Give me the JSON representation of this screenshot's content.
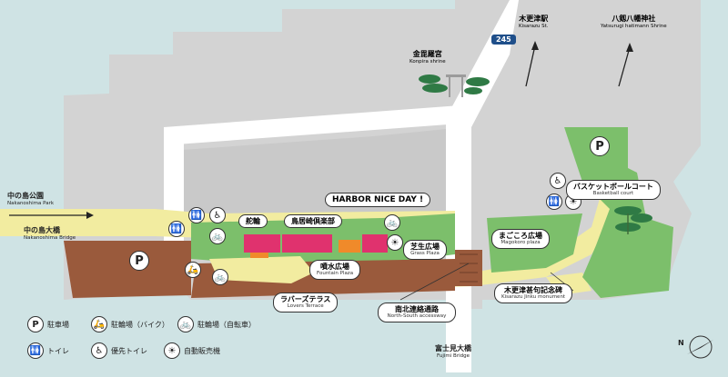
{
  "route_number": "245",
  "labels": {
    "kisarazu_st": {
      "jp": "木更津駅",
      "en": "Kisarazu St."
    },
    "yatsurugi": {
      "jp": "八剱八幡神社",
      "en": "Yatsurugi hatimann Shrine"
    },
    "konpira": {
      "jp": "金毘羅宮",
      "en": "Konpira shrine"
    },
    "nakanoshima_park": {
      "jp": "中の島公園",
      "en": "Nakanoshima Park"
    },
    "nakanoshima_bridge": {
      "jp": "中の島大橋",
      "en": "Nakanoshima Bridge"
    },
    "fujimi_bridge": {
      "jp": "富士見大橋",
      "en": "Fujimi Bridge"
    },
    "grass_plaza": {
      "jp": "芝生広場",
      "en": "Grass Plaza"
    },
    "fountain_plaza": {
      "jp": "噴水広場",
      "en": "Fountain Plaza"
    },
    "lovers_terrace": {
      "jp": "ラバーズテラス",
      "en": "Lovers Terrace"
    },
    "ns_accessway": {
      "jp": "南北連絡通路",
      "en": "North-South accessway"
    },
    "magokoro": {
      "jp": "まごころ広場",
      "en": "Magokoro plaza"
    },
    "basketball": {
      "jp": "バスケットボールコート",
      "en": "Basketball court"
    },
    "jinku": {
      "jp": "木更津甚句記念碑",
      "en": "Kisarazu Jinku monument"
    },
    "harbor_nice_day": {
      "jp": "HARBOR NICE DAY !"
    },
    "hanawa": {
      "jp": "舵輪"
    },
    "toriizaki": {
      "jp": "鳥居崎倶楽部"
    }
  },
  "icons": {
    "parking": "P",
    "compass": "N"
  },
  "legend": [
    {
      "icon": "P",
      "name": "parking",
      "label": "駐車場"
    },
    {
      "icon": "bike",
      "name": "motorcycle-parking",
      "label": "駐輪場（バイク）"
    },
    {
      "icon": "bike",
      "name": "bicycle-parking",
      "label": "駐輪場（自転車）"
    },
    {
      "icon": "wc",
      "name": "toilet",
      "label": "トイレ"
    },
    {
      "icon": "wheelchair",
      "name": "accessible-toilet",
      "label": "優先トイレ"
    },
    {
      "icon": "vending",
      "name": "vending-machine",
      "label": "自動販売機"
    }
  ],
  "colors": {
    "sea": "#cfe3e4",
    "land": "#d3d3d3",
    "road": "#ffffff",
    "path": "#f2eca0",
    "grass": "#7cbf6b",
    "deck": "#9a5a3c",
    "route_badge": "#1f4f8a",
    "building_pink": "#e0326e",
    "building_orange": "#f08a2a"
  }
}
